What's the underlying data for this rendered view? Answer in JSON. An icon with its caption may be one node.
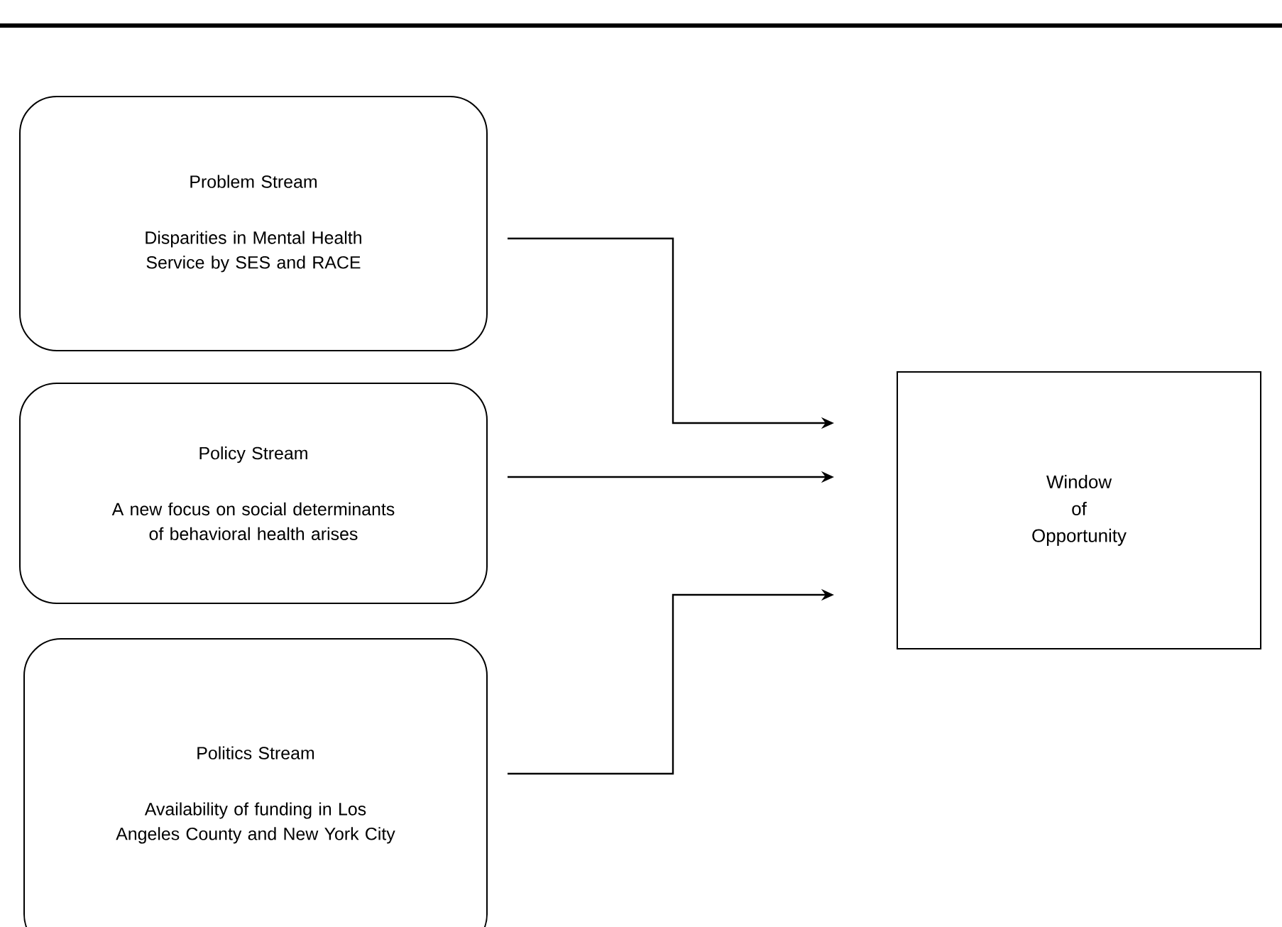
{
  "diagram": {
    "nodes": [
      {
        "text": [
          "Problem Stream",
          "Disparities in Mental Health Service by SES and RACE"
        ]
      },
      {
        "text": [
          "Policy Stream",
          "A new focus on social determinants of behavioral health arises"
        ]
      },
      {
        "text": [
          "Politics Stream",
          "Availability of funding in Los Angeles County and New York City"
        ]
      },
      {
        "text": [
          "Window of Opportunity"
        ]
      }
    ],
    "edges": [
      {
        "from": 0,
        "to": 3,
        "arrow": "to"
      },
      {
        "from": 1,
        "to": 3,
        "arrow": "to"
      },
      {
        "from": 2,
        "to": 3,
        "arrow": "to"
      }
    ]
  }
}
